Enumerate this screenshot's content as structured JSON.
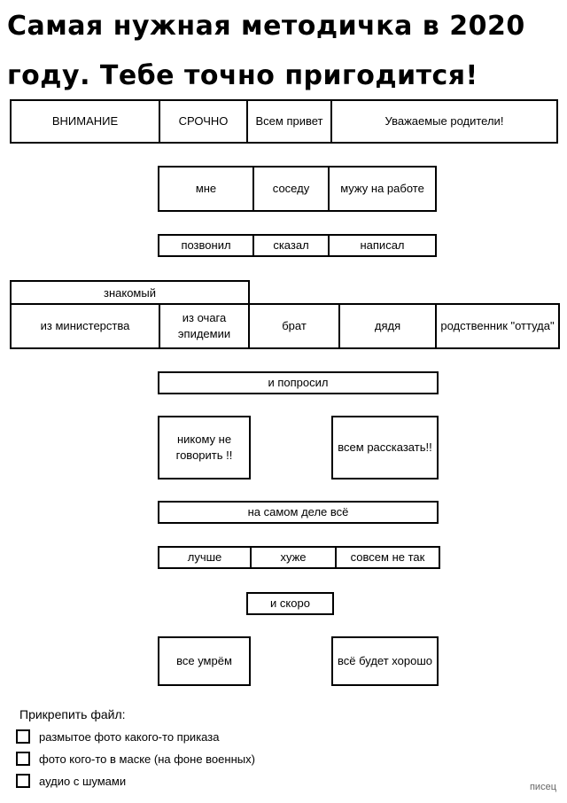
{
  "title": {
    "line1": "Самая нужная методичка в 2020",
    "line2": "году. Тебе точно пригодится!"
  },
  "row1": [
    "ВНИМАНИЕ",
    "СРОЧНО",
    "Всем привет",
    "Уважаемые родители!"
  ],
  "row2": [
    "мне",
    "соседу",
    "мужу на работе"
  ],
  "row3": [
    "позвонил",
    "сказал",
    "написал"
  ],
  "row4_header": "знакомый",
  "row4": [
    "из министерства",
    "из очага эпидемии",
    "брат",
    "дядя",
    "родственник \"оттуда\""
  ],
  "row5": "и попросил",
  "row6": [
    "никому не говорить !!",
    "всем рассказать!!"
  ],
  "row7": "на самом деле всё",
  "row8": [
    "лучше",
    "хуже",
    "совсем не так"
  ],
  "row9": "и скоро",
  "row10": [
    "все умрём",
    "всё будет хорошо"
  ],
  "attach": {
    "title": "Прикрепить файл:",
    "options": [
      "размытое фото какого-то приказа",
      "фото кого-то в маске (на фоне военных)",
      "аудио с шумами"
    ]
  },
  "watermark": "писец"
}
